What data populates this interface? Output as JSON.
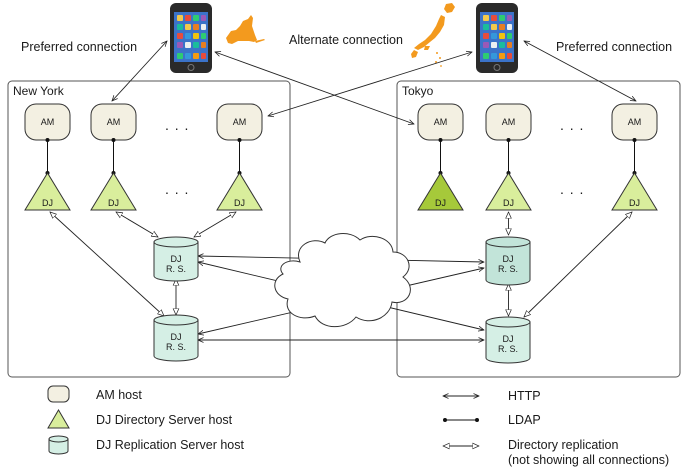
{
  "regions": {
    "ny": {
      "label": "New York"
    },
    "tokyo": {
      "label": "Tokyo"
    }
  },
  "connections": {
    "preferred_left": "Preferred connection",
    "alternate": "Alternate connection",
    "preferred_right": "Preferred connection"
  },
  "nodes": {
    "am_label": "AM",
    "dj_label": "DJ",
    "rs_line1": "DJ",
    "rs_line2": "R. S.",
    "ellipsis": ". . ."
  },
  "legend": {
    "am_host": "AM host",
    "dj_host": "DJ Directory Server host",
    "rs_host": "DJ Replication Server host",
    "http": "HTTP",
    "ldap": "LDAP",
    "repl_line1": "Directory replication",
    "repl_line2": "(not showing all connections)"
  },
  "colors": {
    "am_fill": "#f3f0e2",
    "dj_fill": "#d9ee9c",
    "dj_active_fill": "#a6c93a",
    "rs_fill": "#d5efe5",
    "map_orange": "#f39a1e"
  },
  "icons": {
    "phone": "smartphone-icon",
    "ny_map": "new-york-state-map-icon",
    "japan_map": "japan-map-icon",
    "cloud": "network-cloud-icon"
  }
}
